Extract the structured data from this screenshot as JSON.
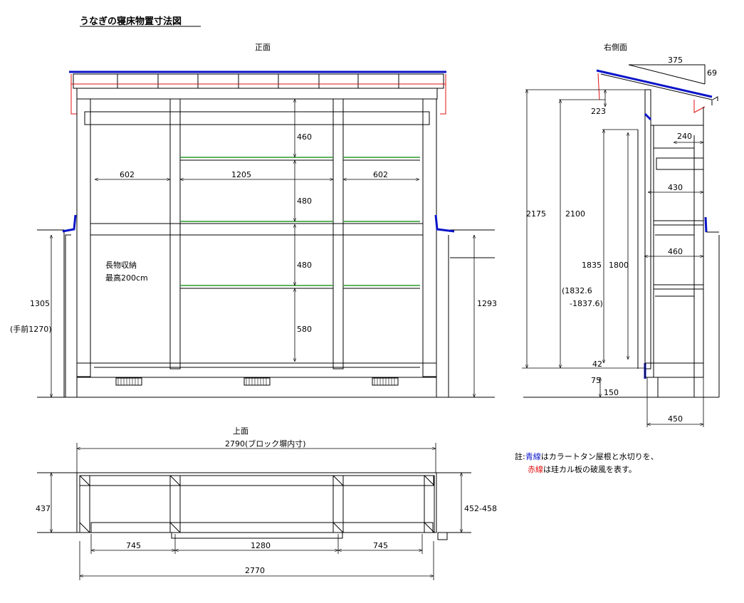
{
  "title": "うなぎの寝床物置寸法図",
  "front": {
    "label": "正面",
    "dims": {
      "left_bay": "602",
      "center_bay": "1205",
      "right_bay": "602",
      "shelf1": "460",
      "shelf2": "480",
      "shelf3": "480",
      "shelf4": "580",
      "height_left": "1305",
      "height_left_note": "(手前1270)",
      "height_right": "1293"
    },
    "note_line1": "長物収納",
    "note_line2": "最高200cm"
  },
  "side": {
    "label": "右側面",
    "dims": {
      "roof_run": "375",
      "roof_rise": "69",
      "h_total": "2175",
      "h_door": "2100",
      "top_gap": "223",
      "shelf_depth_top": "240",
      "shelf_depth_mid": "430",
      "shelf_depth_low": "460",
      "h_1835": "1835",
      "h_1800": "1800",
      "h_range1": "(1832.6",
      "h_range2": "-1837.6)",
      "base_42": "42",
      "base_75": "75",
      "base_150": "150",
      "depth_bottom": "450"
    }
  },
  "top": {
    "label": "上面",
    "dims": {
      "inner_width": "2790(ブロック塀内寸)",
      "depth_left": "437",
      "depth_right": "452-458",
      "left_bay": "745",
      "center_bay": "1280",
      "right_bay": "745",
      "total_width": "2770"
    }
  },
  "note": {
    "prefix": "註:",
    "blue_word": "青線",
    "line1_rest": "はカラートタン屋根と水切りを、",
    "red_word": "赤線",
    "line2_rest": "は珪カル板の破風を表す。"
  },
  "colors": {
    "roof_blue": "#0a14c8",
    "fascia_red": "#e01010",
    "shelf_green": "#2a9a2a"
  }
}
